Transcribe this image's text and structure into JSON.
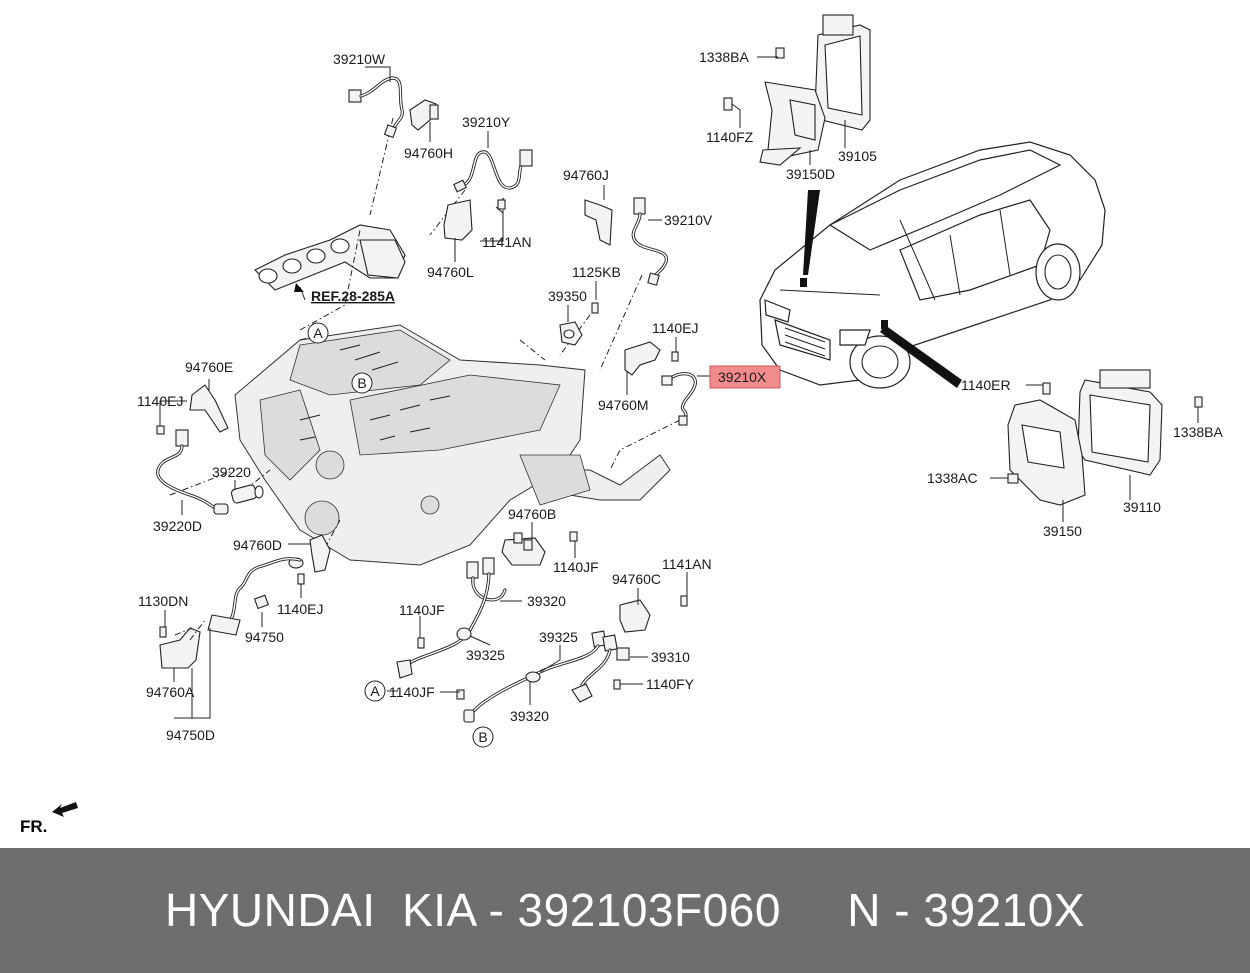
{
  "labels": {
    "p39210W": "39210W",
    "p94760H": "94760H",
    "p39210Y": "39210Y",
    "p1141AN_top": "1141AN",
    "p94760L": "94760L",
    "ref": "REF.28-285A",
    "p94760J": "94760J",
    "p39210V": "39210V",
    "p1125KB": "1125KB",
    "p39350": "39350",
    "p1140EJ_mid": "1140EJ",
    "p39210X": "39210X",
    "p94760M": "94760M",
    "p94760E": "94760E",
    "p1140EJ_left": "1140EJ",
    "p39220": "39220",
    "p39220D": "39220D",
    "p94760D": "94760D",
    "p1140EJ_low": "1140EJ",
    "p1130DN": "1130DN",
    "p94750": "94750",
    "p94760A": "94760A",
    "p94750D": "94750D",
    "p94760B": "94760B",
    "p1140JF_b": "1140JF",
    "p39320_top": "39320",
    "p1140JF_l": "1140JF",
    "p39325_l": "39325",
    "p1140JF_bot": "1140JF",
    "p39320_bot": "39320",
    "p94760C": "94760C",
    "p1141AN_r": "1141AN",
    "p39325_r": "39325",
    "p39310": "39310",
    "p1140FY": "1140FY",
    "p1338BA_top": "1338BA",
    "p1140FZ": "1140FZ",
    "p39105": "39105",
    "p39150D": "39150D",
    "p1140ER": "1140ER",
    "p1338BA_r": "1338BA",
    "p1338AC": "1338AC",
    "p39110": "39110",
    "p39150": "39150"
  },
  "callouts": {
    "A": "A",
    "B": "B"
  },
  "orientation": "FR.",
  "highlight_color": "#f28b8b",
  "footer": {
    "text": "HYUNDAI  KIA - 392103F060     N - 39210X",
    "background": "#6e6e6e",
    "color": "#ffffff"
  }
}
